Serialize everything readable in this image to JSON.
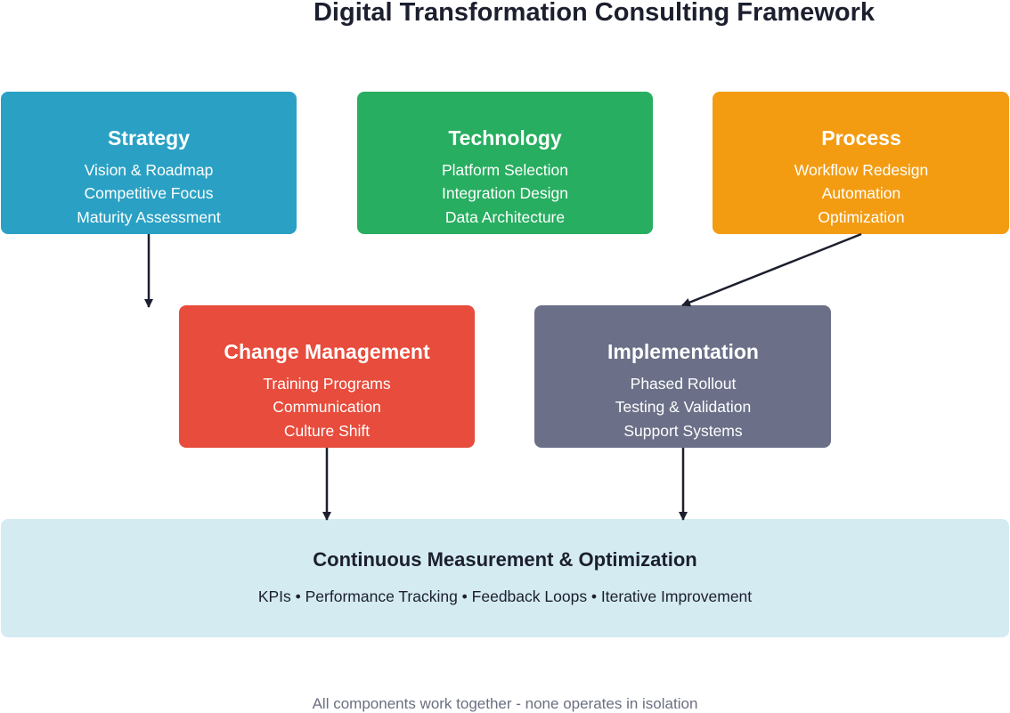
{
  "title": "Digital Transformation Consulting Framework",
  "boxes": [
    {
      "title": "Strategy",
      "items": [
        "Vision & Roadmap",
        "Competitive Focus",
        "Maturity Assessment"
      ],
      "color": "#2aa1c4"
    },
    {
      "title": "Technology",
      "items": [
        "Platform Selection",
        "Integration Design",
        "Data Architecture"
      ],
      "color": "#27ae60"
    },
    {
      "title": "Process",
      "items": [
        "Workflow Redesign",
        "Automation",
        "Optimization"
      ],
      "color": "#f39c12"
    },
    {
      "title": "Change Management",
      "items": [
        "Training Programs",
        "Communication",
        "Culture Shift"
      ],
      "color": "#e74c3c"
    },
    {
      "title": "Implementation",
      "items": [
        "Phased Rollout",
        "Testing & Validation",
        "Support Systems"
      ],
      "color": "#6b7088"
    }
  ],
  "measurement": {
    "title": "Continuous Measurement & Optimization",
    "subtitle": "KPIs • Performance Tracking • Feedback Loops • Iterative Improvement",
    "color": "#d4ebf2"
  },
  "footer": "All components work together - none operates in isolation"
}
